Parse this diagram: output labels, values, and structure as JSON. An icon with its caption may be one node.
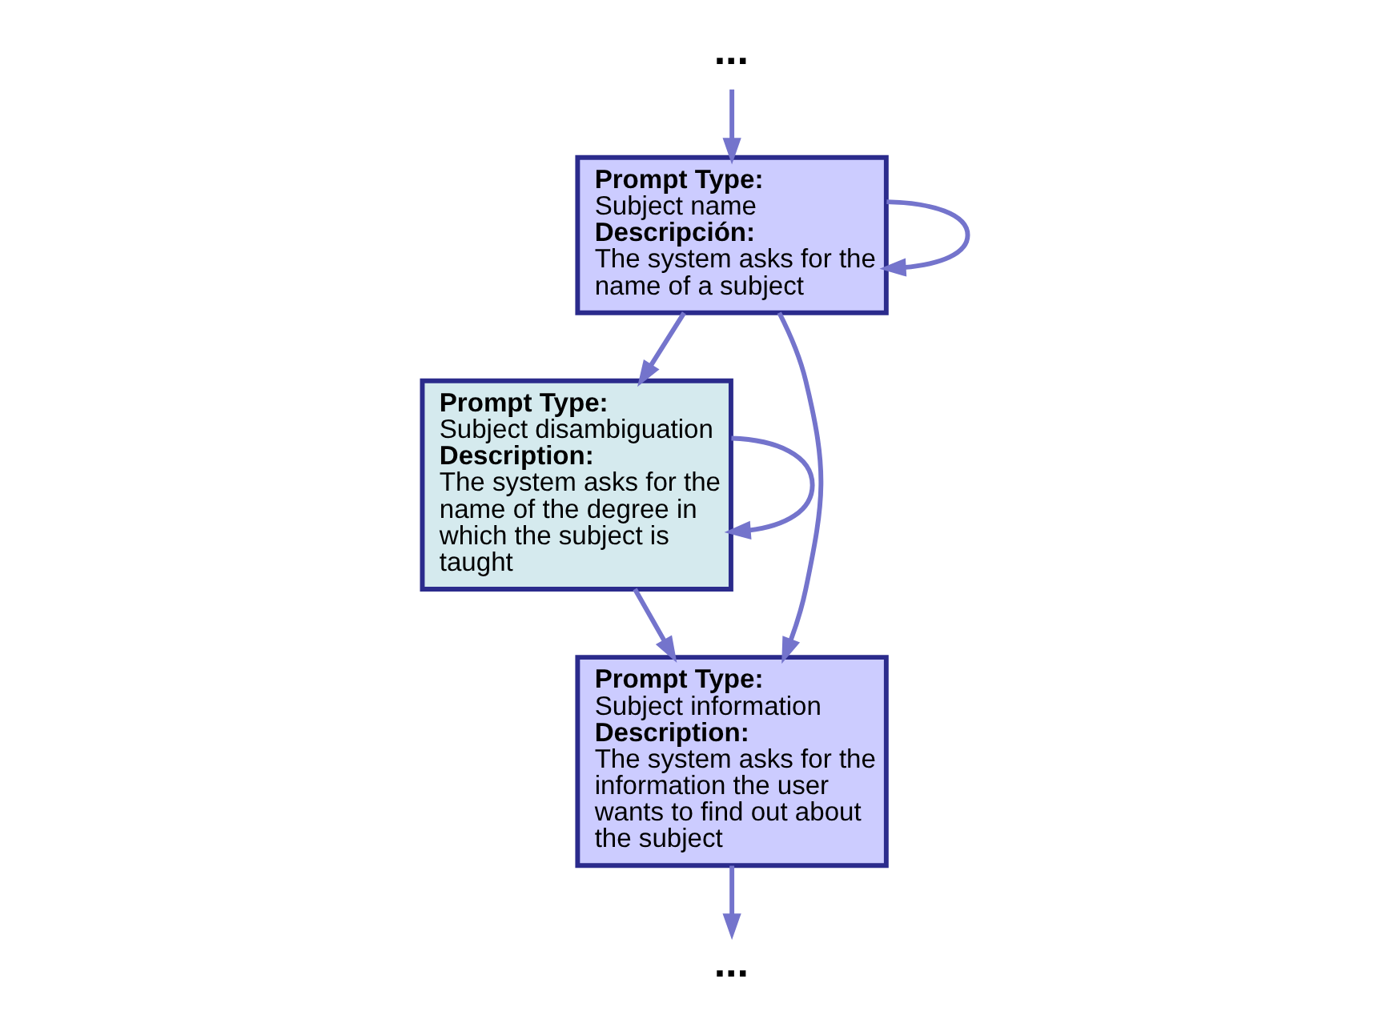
{
  "diagram": {
    "nodes": [
      {
        "text": [
          "..."
        ]
      },
      {
        "text": [
          "Prompt Type:",
          "Subject name",
          "Descripción:",
          "The system asks for the name of a subject"
        ]
      },
      {
        "text": [
          "Prompt Type:",
          "Subject disambiguation",
          "Description:",
          "The system asks for the name of the degree in which the subject is taught"
        ]
      },
      {
        "text": [
          "Prompt Type:",
          "Subject information",
          "Description:",
          "The system asks for the information the user wants to find out about the subject"
        ]
      },
      {
        "text": [
          "..."
        ]
      }
    ],
    "edges": [
      {
        "from": 0,
        "to": 1,
        "arrow": "to"
      },
      {
        "from": 1,
        "to": 1,
        "arrow": "to"
      },
      {
        "from": 1,
        "to": 2,
        "arrow": "to"
      },
      {
        "from": 1,
        "to": 3,
        "arrow": "to"
      },
      {
        "from": 2,
        "to": 2,
        "arrow": "to"
      },
      {
        "from": 2,
        "to": 3,
        "arrow": "to"
      },
      {
        "from": 3,
        "to": 4,
        "arrow": "to"
      }
    ]
  }
}
